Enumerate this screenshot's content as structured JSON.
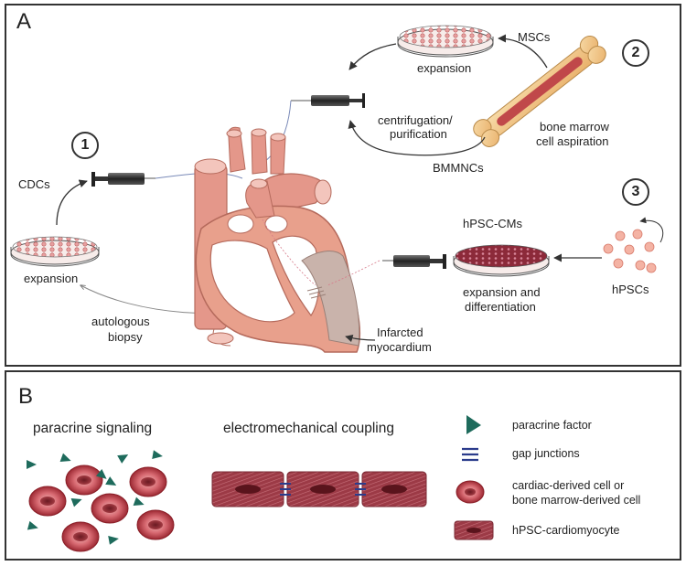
{
  "panel_a": {
    "letter": "A",
    "step_numbers": [
      "1",
      "2",
      "3"
    ],
    "labels": {
      "mscs": "MSCs",
      "expansion_top": "expansion",
      "centrifugation_line1": "centrifugation/",
      "centrifugation_line2": "purification",
      "bone_marrow_line1": "bone marrow",
      "bone_marrow_line2": "cell aspiration",
      "bmmncs": "BMMNCs",
      "cdcs": "CDCs",
      "expansion_left": "expansion",
      "hpsc_cms": "hPSC-CMs",
      "expansion_diff_line1": "expansion and",
      "expansion_diff_line2": "differentiation",
      "hpscs": "hPSCs",
      "autologous_line1": "autologous",
      "autologous_line2": "biopsy",
      "infarcted_line1": "Infarcted",
      "infarcted_line2": "myocardium"
    }
  },
  "panel_b": {
    "letter": "B",
    "paracrine_title": "paracrine signaling",
    "coupling_title": "electromechanical coupling",
    "legend": [
      {
        "icon": "paracrine-factor-icon",
        "label": "paracrine factor"
      },
      {
        "icon": "gap-junction-icon",
        "label": "gap junctions"
      },
      {
        "icon": "cardiac-cell-icon",
        "label_line1": "cardiac-derived cell or",
        "label_line2": "bone marrow-derived cell"
      },
      {
        "icon": "cardiomyocyte-icon",
        "label": "hPSC-cardiomyocyte"
      }
    ]
  },
  "colors": {
    "heart": "#e8a08c",
    "heart_dark": "#c98070",
    "infarct": "#c9b3ab",
    "cell": "#a8303a",
    "cell_nucleus": "#e26a6a",
    "paracrine": "#1e6b5c",
    "gap_junction": "#2b3c8c",
    "bone": "#f2c88a"
  }
}
